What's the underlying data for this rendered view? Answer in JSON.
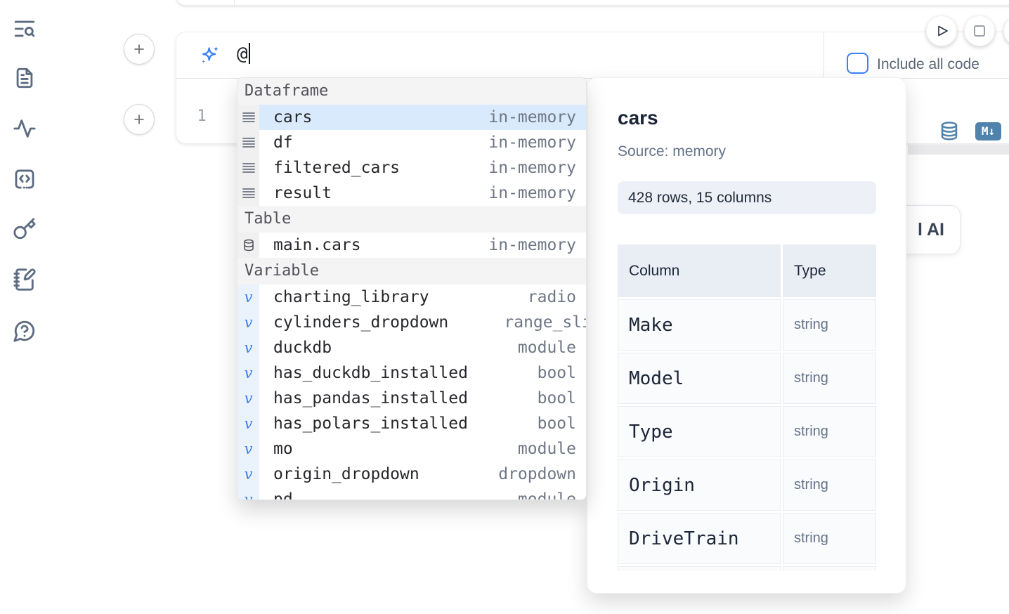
{
  "colors": {
    "accent_blue": "#3b82f6",
    "cell_action_blue": "#5083ab",
    "selection_bg": "#d9eafc"
  },
  "sidebar": {
    "icons": [
      "list-search",
      "file-text",
      "activity",
      "snippets-code",
      "key",
      "notebook-pen",
      "help-chat"
    ]
  },
  "add_cell": {
    "label": "+"
  },
  "ai_prompt": {
    "value": "@",
    "include_checkbox_label": "Include all code",
    "checkbox_checked": false
  },
  "editor": {
    "line_number": "1"
  },
  "cell_actions": {
    "markdown_badge": "M↓"
  },
  "autocomplete": {
    "sections": [
      {
        "label": "Dataframe",
        "items": [
          {
            "icon": "rows",
            "name": "cars",
            "type": "in-memory",
            "selected": true
          },
          {
            "icon": "rows",
            "name": "df",
            "type": "in-memory"
          },
          {
            "icon": "rows",
            "name": "filtered_cars",
            "type": "in-memory"
          },
          {
            "icon": "rows",
            "name": "result",
            "type": "in-memory"
          }
        ]
      },
      {
        "label": "Table",
        "items": [
          {
            "icon": "database",
            "name": "main.cars",
            "type": "in-memory"
          }
        ]
      },
      {
        "label": "Variable",
        "items": [
          {
            "icon": "variable",
            "name": "charting_library",
            "type": "radio"
          },
          {
            "icon": "variable",
            "name": "cylinders_dropdown",
            "type": "range_sli"
          },
          {
            "icon": "variable",
            "name": "duckdb",
            "type": "module"
          },
          {
            "icon": "variable",
            "name": "has_duckdb_installed",
            "type": "bool"
          },
          {
            "icon": "variable",
            "name": "has_pandas_installed",
            "type": "bool"
          },
          {
            "icon": "variable",
            "name": "has_polars_installed",
            "type": "bool"
          },
          {
            "icon": "variable",
            "name": "mo",
            "type": "module"
          },
          {
            "icon": "variable",
            "name": "origin_dropdown",
            "type": "dropdown"
          },
          {
            "icon": "variable",
            "name": "pd",
            "type": "module"
          }
        ]
      }
    ],
    "variable_glyph": "v"
  },
  "preview": {
    "title": "cars",
    "source": "Source: memory",
    "shape": "428 rows, 15 columns",
    "table": {
      "headers": [
        "Column",
        "Type"
      ],
      "rows": [
        {
          "column": "Make",
          "type": "string"
        },
        {
          "column": "Model",
          "type": "string"
        },
        {
          "column": "Type",
          "type": "string"
        },
        {
          "column": "Origin",
          "type": "string"
        },
        {
          "column": "DriveTrain",
          "type": "string"
        },
        {
          "column": "",
          "type": ""
        }
      ]
    }
  },
  "ai_button": {
    "visible_label": "l AI"
  }
}
